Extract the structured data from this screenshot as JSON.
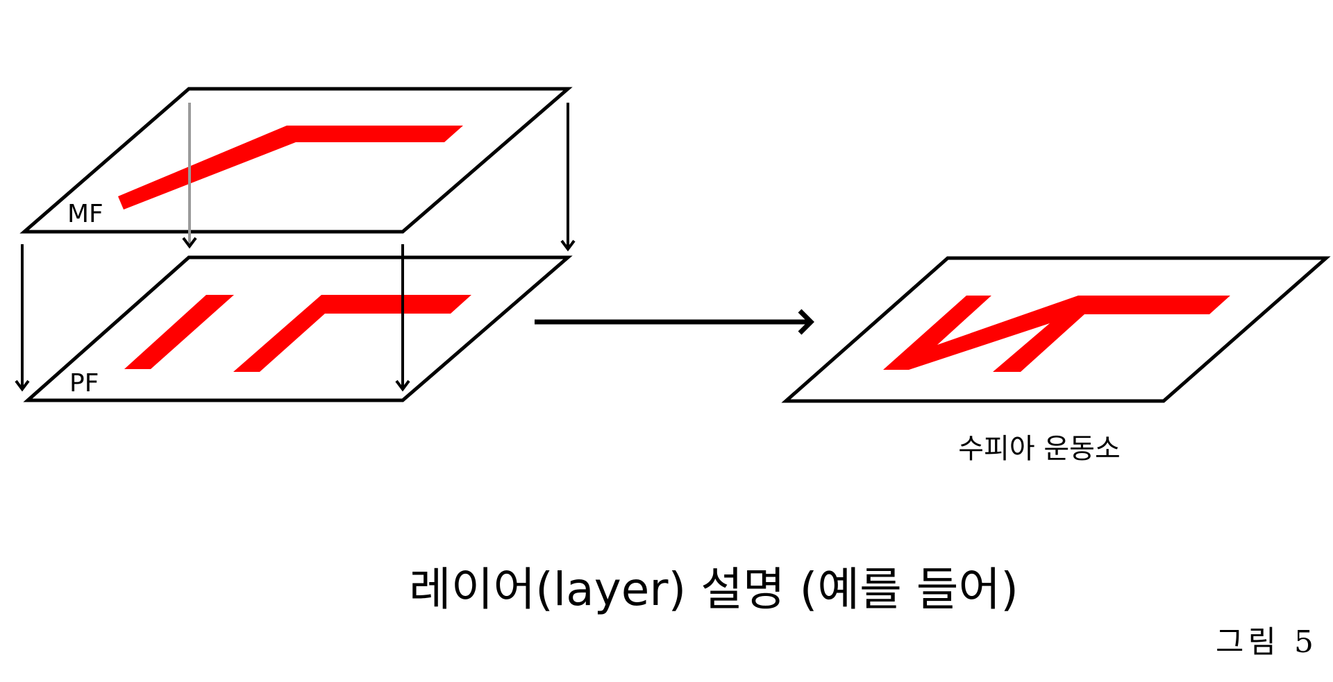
{
  "diagram": {
    "layers": [
      {
        "id": "mf",
        "label": "MF"
      },
      {
        "id": "pf",
        "label": "PF"
      }
    ],
    "result_caption": "수피아 운동소",
    "title": "레이어(layer) 설명 (예를 들어)",
    "figure_number": "그림 5",
    "colors": {
      "stroke": "#000000",
      "stroke_hidden": "#9a9a9a",
      "pattern": "#ff0000",
      "background": "#ffffff"
    }
  }
}
